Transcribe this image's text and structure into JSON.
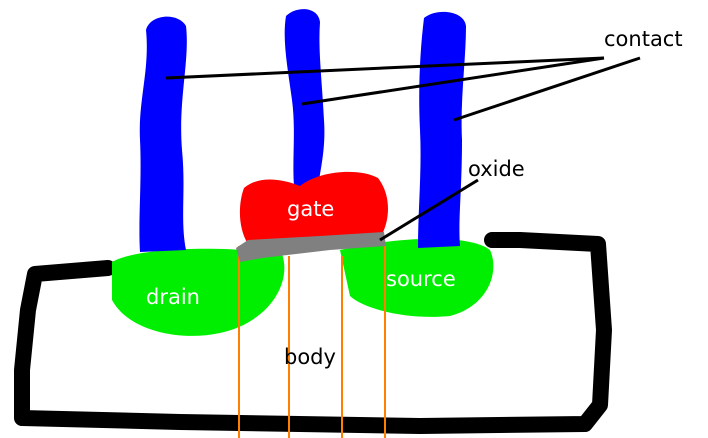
{
  "labels": {
    "contact": "contact",
    "oxide": "oxide",
    "gate": "gate",
    "drain": "drain",
    "source": "source",
    "body": "body"
  },
  "colors": {
    "contact": "#0000ff",
    "gate": "#ff0000",
    "oxide": "#808080",
    "doped_region": "#00ee00",
    "body_outline": "#000000",
    "channel_lines": "#ff8000",
    "background": "#ffffff"
  }
}
